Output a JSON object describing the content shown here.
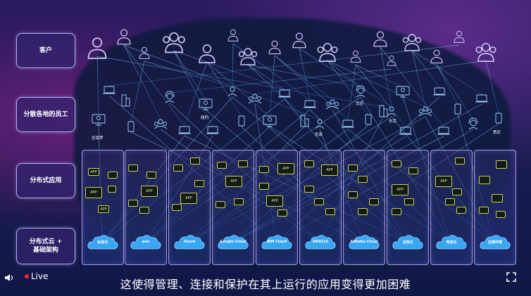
{
  "rows": {
    "customers": "客户",
    "employees": "分散各地的员工",
    "apps": "分布式应用",
    "infra_line1": "分布式云 +",
    "infra_line2": "基础架构"
  },
  "cities": {
    "sao_paulo": "圣保罗",
    "new_york": "纽约",
    "beijing": "北京",
    "london": "伦敦",
    "tokyo": "东京",
    "sydney": "悉尼"
  },
  "app_label": "APP",
  "clouds": [
    "私有云",
    "aws",
    "Azure",
    "Google Cloud",
    "IBM Cloud",
    "ORACLE",
    "Alibaba Cloud",
    "主权云",
    "电信云",
    "边缘环境"
  ],
  "player": {
    "live_label": "Live",
    "subtitle": "这使得管理、连接和保护在其上运行的应用变得更加困难"
  },
  "colors": {
    "accent_line": "#3fb0ff",
    "app_border": "#c8d34a",
    "label_border": "#b9b3f0"
  }
}
